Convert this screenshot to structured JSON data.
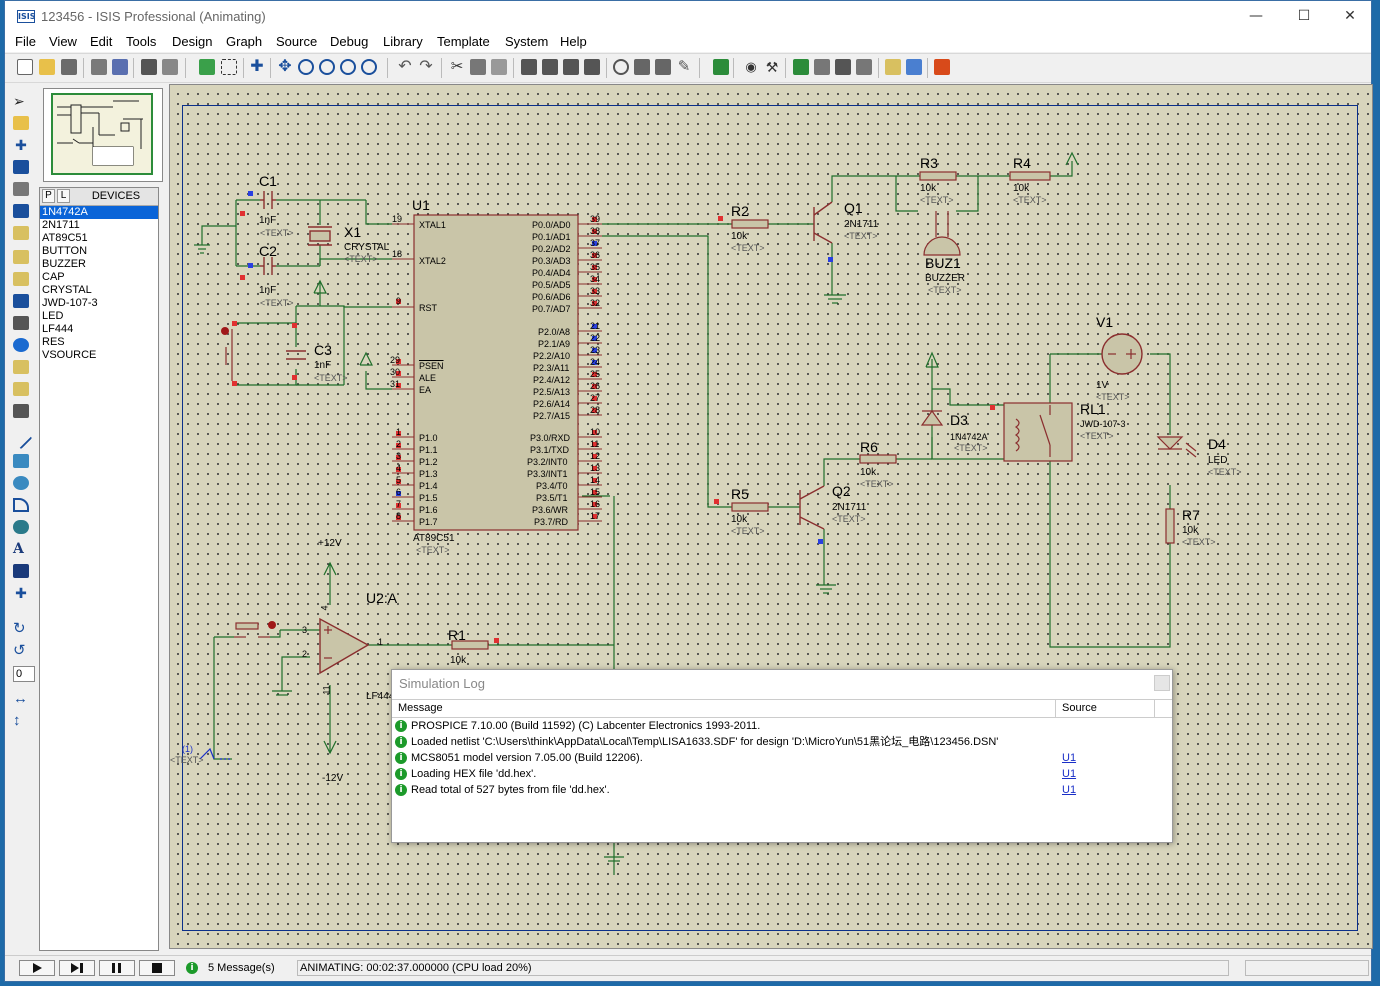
{
  "window": {
    "title": "123456 - ISIS Professional (Animating)",
    "icon_text": "ISIS"
  },
  "menu": [
    "File",
    "View",
    "Edit",
    "Tools",
    "Design",
    "Graph",
    "Source",
    "Debug",
    "Library",
    "Template",
    "System",
    "Help"
  ],
  "devices": {
    "tab_p": "P",
    "tab_l": "L",
    "title": "DEVICES",
    "items": [
      "1N4742A",
      "2N1711",
      "AT89C51",
      "BUTTON",
      "BUZZER",
      "CAP",
      "CRYSTAL",
      "JWD-107-3",
      "LED",
      "LF444",
      "RES",
      "VSOURCE"
    ],
    "selected": "1N4742A"
  },
  "zoom_field": "0",
  "schematic": {
    "placeholder": "<TEXT>",
    "c1": {
      "ref": "C1",
      "value": "1nF"
    },
    "c2": {
      "ref": "C2",
      "value": "1nF"
    },
    "c3": {
      "ref": "C3",
      "value": "1nF"
    },
    "x1": {
      "ref": "X1",
      "value": "CRYSTAL"
    },
    "u1": {
      "ref": "U1",
      "value": "AT89C51",
      "left_pins": [
        {
          "num": "19",
          "name": "XTAL1"
        },
        {
          "num": "18",
          "name": "XTAL2"
        },
        {
          "num": "9",
          "name": "RST"
        },
        {
          "num": "29",
          "name": "PSEN"
        },
        {
          "num": "30",
          "name": "ALE"
        },
        {
          "num": "31",
          "name": "EA"
        },
        {
          "num": "1",
          "name": "P1.0"
        },
        {
          "num": "2",
          "name": "P1.1"
        },
        {
          "num": "3",
          "name": "P1.2"
        },
        {
          "num": "4",
          "name": "P1.3"
        },
        {
          "num": "5",
          "name": "P1.4"
        },
        {
          "num": "6",
          "name": "P1.5"
        },
        {
          "num": "7",
          "name": "P1.6"
        },
        {
          "num": "8",
          "name": "P1.7"
        }
      ],
      "right_pins": [
        {
          "num": "39",
          "name": "P0.0/AD0"
        },
        {
          "num": "38",
          "name": "P0.1/AD1"
        },
        {
          "num": "37",
          "name": "P0.2/AD2"
        },
        {
          "num": "36",
          "name": "P0.3/AD3"
        },
        {
          "num": "35",
          "name": "P0.4/AD4"
        },
        {
          "num": "34",
          "name": "P0.5/AD5"
        },
        {
          "num": "33",
          "name": "P0.6/AD6"
        },
        {
          "num": "32",
          "name": "P0.7/AD7"
        },
        {
          "num": "21",
          "name": "P2.0/A8"
        },
        {
          "num": "22",
          "name": "P2.1/A9"
        },
        {
          "num": "23",
          "name": "P2.2/A10"
        },
        {
          "num": "24",
          "name": "P2.3/A11"
        },
        {
          "num": "25",
          "name": "P2.4/A12"
        },
        {
          "num": "26",
          "name": "P2.5/A13"
        },
        {
          "num": "27",
          "name": "P2.6/A14"
        },
        {
          "num": "28",
          "name": "P2.7/A15"
        },
        {
          "num": "10",
          "name": "P3.0/RXD"
        },
        {
          "num": "11",
          "name": "P3.1/TXD"
        },
        {
          "num": "12",
          "name": "P3.2/INT0"
        },
        {
          "num": "13",
          "name": "P3.3/INT1"
        },
        {
          "num": "14",
          "name": "P3.4/T0"
        },
        {
          "num": "15",
          "name": "P3.5/T1"
        },
        {
          "num": "16",
          "name": "P3.6/WR"
        },
        {
          "num": "17",
          "name": "P3.7/RD"
        }
      ]
    },
    "r1": {
      "ref": "R1",
      "value": "10k"
    },
    "r2": {
      "ref": "R2",
      "value": "10k"
    },
    "r3": {
      "ref": "R3",
      "value": "10k"
    },
    "r4": {
      "ref": "R4",
      "value": "10k"
    },
    "r5": {
      "ref": "R5",
      "value": "10k"
    },
    "r6": {
      "ref": "R6",
      "value": "10k"
    },
    "r7": {
      "ref": "R7",
      "value": "10k"
    },
    "q1": {
      "ref": "Q1",
      "value": "2N1711"
    },
    "q2": {
      "ref": "Q2",
      "value": "2N1711"
    },
    "buz1": {
      "ref": "BUZ1",
      "value": "BUZZER"
    },
    "v1": {
      "ref": "V1",
      "value": "1V"
    },
    "rl1": {
      "ref": "RL1",
      "value": "JWD-107-3"
    },
    "d3": {
      "ref": "D3",
      "value": "1N4742A"
    },
    "d4": {
      "ref": "D4",
      "value": "LED"
    },
    "u2": {
      "ref": "U2:A",
      "value": "LF444",
      "pin_in_plus": "3",
      "pin_in_minus": "2",
      "pin_out": "1",
      "pin_vcc": "4",
      "pin_vee": "11"
    },
    "supply_pos": "+12V",
    "supply_neg": "-12V",
    "probe_label": "(1)"
  },
  "simulation_log": {
    "title": "Simulation Log",
    "col_message": "Message",
    "col_source": "Source",
    "rows": [
      {
        "message": "PROSPICE 7.10.00 (Build 11592) (C) Labcenter Electronics 1993-2011.",
        "source": ""
      },
      {
        "message": "Loaded netlist 'C:\\Users\\think\\AppData\\Local\\Temp\\LISA1633.SDF' for design 'D:\\MicroYun\\51黑论坛_电路\\123456.DSN'",
        "source": ""
      },
      {
        "message": "MCS8051 model version 7.05.00 (Build 12206).",
        "source": "U1"
      },
      {
        "message": "Loading HEX file 'dd.hex'.",
        "source": "U1"
      },
      {
        "message": "Read total of 527 bytes from file 'dd.hex'.",
        "source": "U1"
      }
    ]
  },
  "status": {
    "messages": "5 Message(s)",
    "animating": "ANIMATING: 00:02:37.000000 (CPU load 20%)"
  }
}
